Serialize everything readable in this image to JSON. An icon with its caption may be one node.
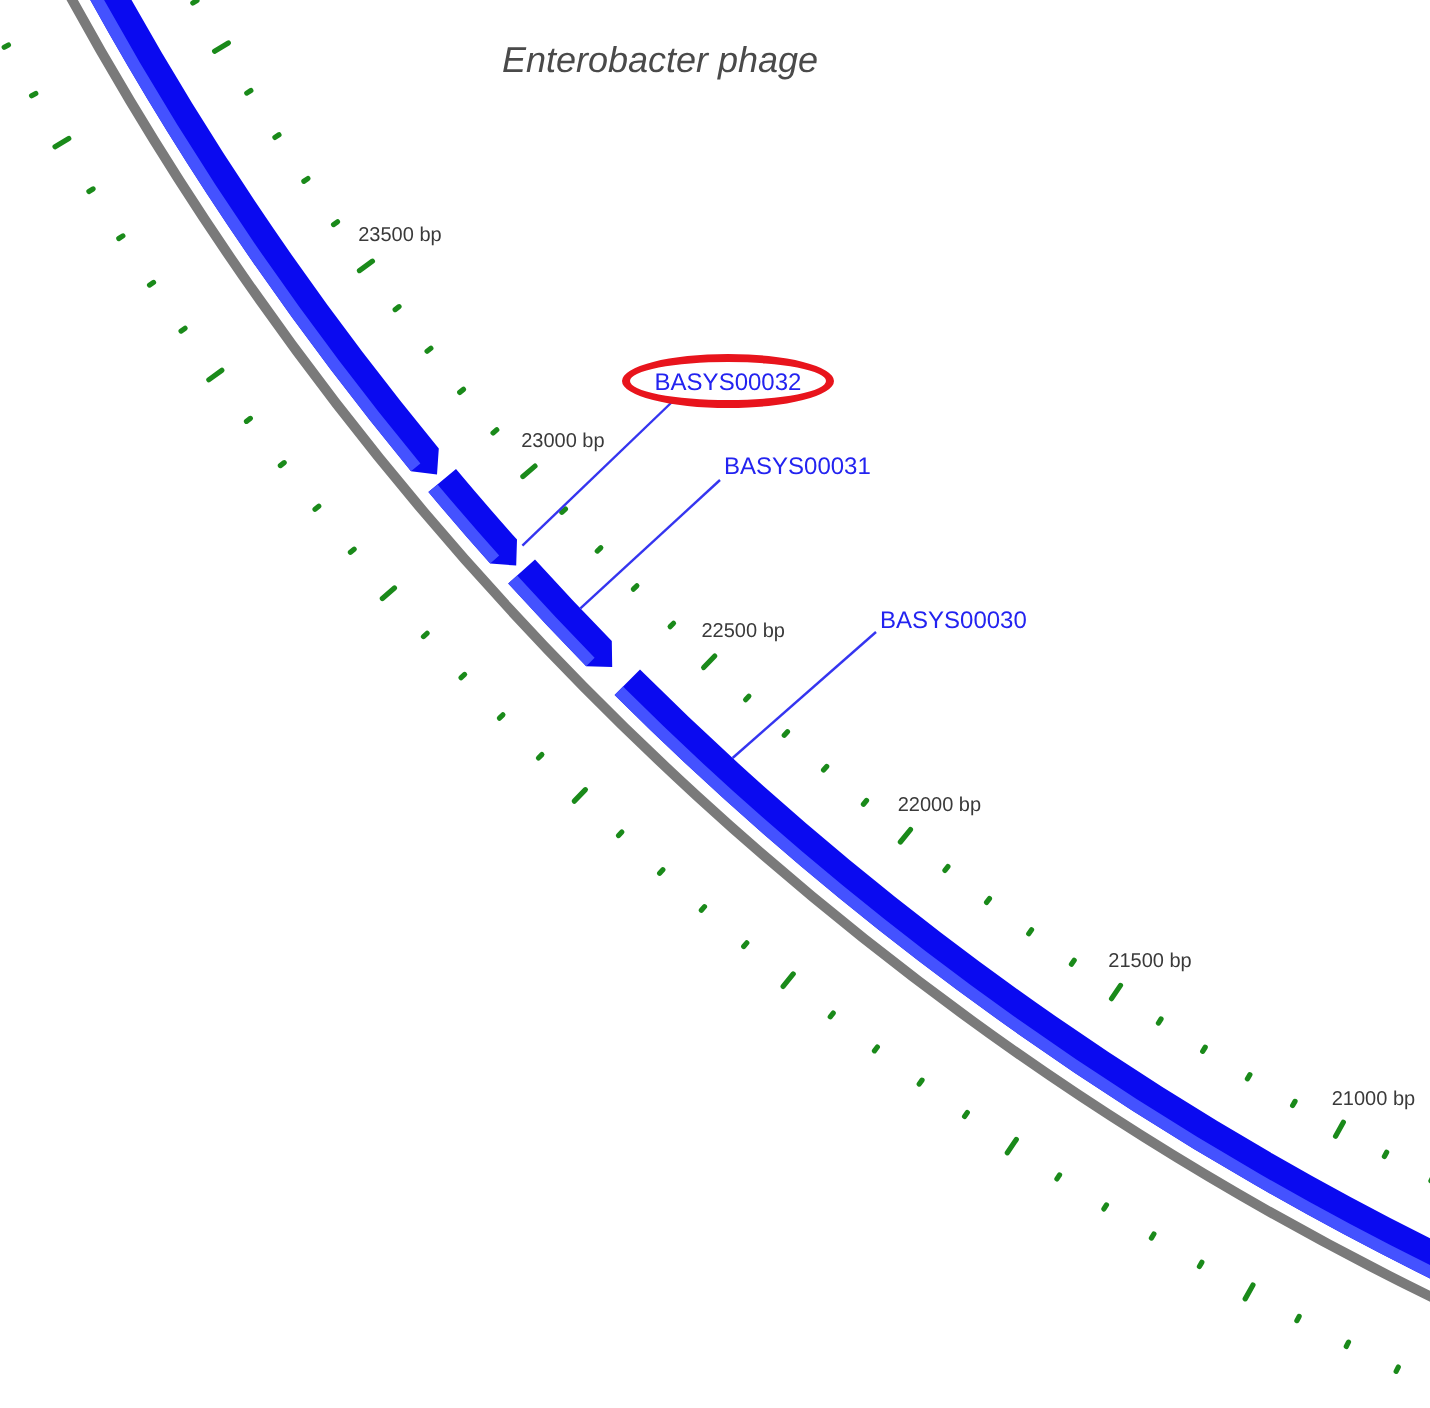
{
  "diagram": {
    "title": "Enterobacter phage",
    "nodes": [
      {
        "text": [
          "BASYS00032"
        ]
      },
      {
        "text": [
          "BASYS00031"
        ]
      },
      {
        "text": [
          "BASYS00030"
        ]
      },
      {
        "text": [],
        "shape": "bar"
      },
      {
        "text": [],
        "shape": "bar"
      },
      {
        "text": [],
        "shape": "bar"
      },
      {
        "text": [],
        "shape": "bar"
      }
    ],
    "edges": [
      {
        "from": 0,
        "to": 4,
        "arrow": "none"
      },
      {
        "from": 1,
        "to": 5,
        "arrow": "none"
      },
      {
        "from": 2,
        "to": 6,
        "arrow": "none"
      }
    ],
    "labels": [
      "23500 bp",
      "23000 bp",
      "22500 bp",
      "22000 bp",
      "21500 bp",
      "21000 bp"
    ]
  }
}
